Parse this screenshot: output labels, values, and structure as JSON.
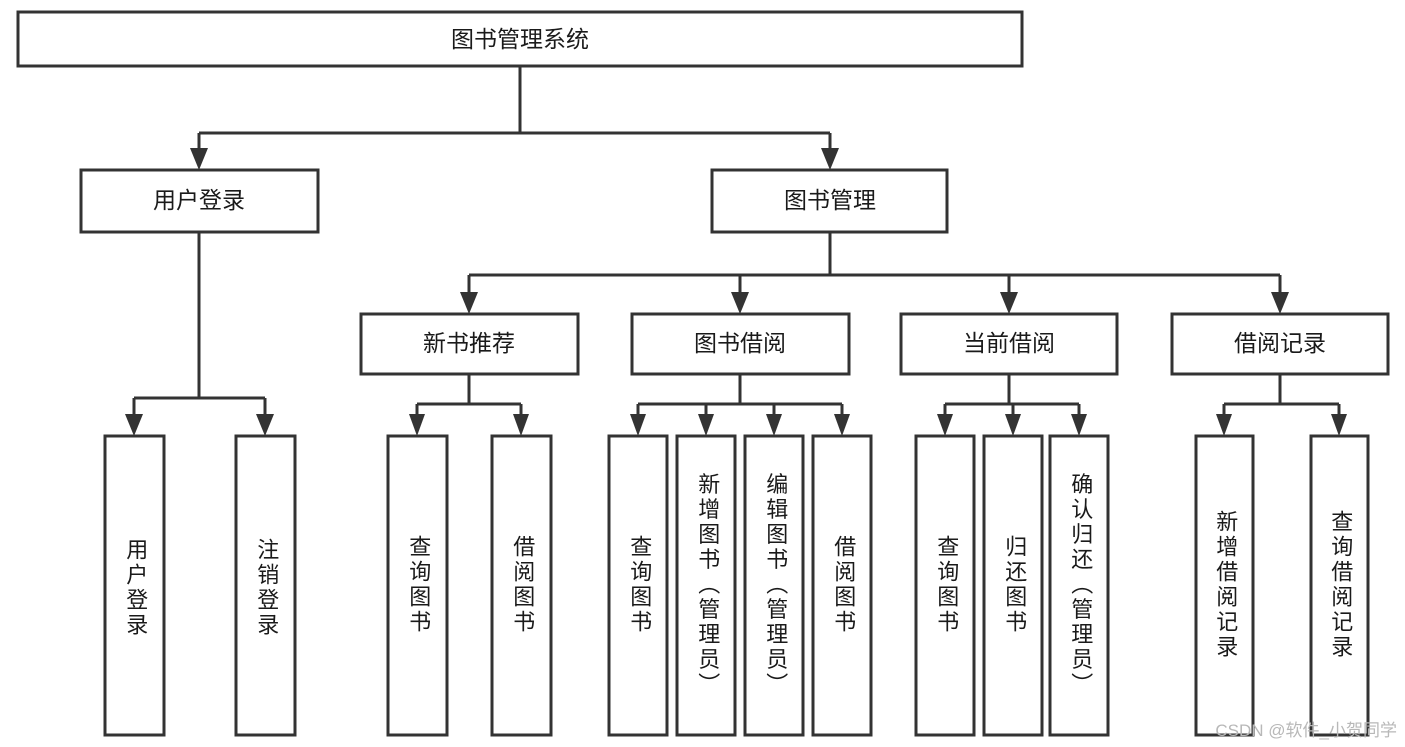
{
  "diagram": {
    "type": "tree-hierarchy-diagram",
    "title": "图书管理系统",
    "watermark": "CSDN @软件_小贺同学",
    "colors": {
      "stroke": "#333333",
      "fill": "#ffffff",
      "text": "#1a1a1a",
      "watermark": "#b8b8b8",
      "background": "#ffffff"
    },
    "levels": {
      "root": "图书管理系统",
      "level2": [
        "用户登录",
        "图书管理"
      ],
      "level3": [
        "新书推荐",
        "图书借阅",
        "当前借阅",
        "借阅记录"
      ],
      "leaves": [
        "用户登录",
        "注销登录",
        "查询图书",
        "借阅图书",
        "查询图书",
        "新增图书（管理员）",
        "编辑图书（管理员）",
        "借阅图书",
        "查询图书",
        "归还图书",
        "确认归还（管理员）",
        "新增借阅记录",
        "查询借阅记录"
      ]
    },
    "nodes": {
      "root": {
        "label": "图书管理系统"
      },
      "user_login": {
        "label": "用户登录"
      },
      "book_mgmt": {
        "label": "图书管理"
      },
      "new_book_rec": {
        "label": "新书推荐"
      },
      "book_borrow": {
        "label": "图书借阅"
      },
      "current_borrow": {
        "label": "当前借阅"
      },
      "borrow_record": {
        "label": "借阅记录"
      },
      "leaf_user_login": {
        "label": "用户登录"
      },
      "leaf_user_logout": {
        "label": "注销登录"
      },
      "leaf_rec_query": {
        "label": "查询图书"
      },
      "leaf_rec_borrow": {
        "label": "借阅图书"
      },
      "leaf_borrow_query": {
        "label": "查询图书"
      },
      "leaf_borrow_add": {
        "label": "新增图书（管理员）"
      },
      "leaf_borrow_edit": {
        "label": "编辑图书（管理员）"
      },
      "leaf_borrow_do": {
        "label": "借阅图书"
      },
      "leaf_cur_query": {
        "label": "查询图书"
      },
      "leaf_cur_return": {
        "label": "归还图书"
      },
      "leaf_cur_confirm": {
        "label": "确认归还（管理员）"
      },
      "leaf_rec_add": {
        "label": "新增借阅记录"
      },
      "leaf_rec_search": {
        "label": "查询借阅记录"
      }
    },
    "edges": [
      {
        "from": "root",
        "to": "用户登录"
      },
      {
        "from": "root",
        "to": "图书管理"
      },
      {
        "from": "用户登录",
        "to": "用户登录"
      },
      {
        "from": "用户登录",
        "to": "注销登录"
      },
      {
        "from": "图书管理",
        "to": "新书推荐"
      },
      {
        "from": "图书管理",
        "to": "图书借阅"
      },
      {
        "from": "图书管理",
        "to": "当前借阅"
      },
      {
        "from": "图书管理",
        "to": "借阅记录"
      },
      {
        "from": "新书推荐",
        "to": "查询图书"
      },
      {
        "from": "新书推荐",
        "to": "借阅图书"
      },
      {
        "from": "图书借阅",
        "to": "查询图书"
      },
      {
        "from": "图书借阅",
        "to": "新增图书（管理员）"
      },
      {
        "from": "图书借阅",
        "to": "编辑图书（管理员）"
      },
      {
        "from": "图书借阅",
        "to": "借阅图书"
      },
      {
        "from": "当前借阅",
        "to": "查询图书"
      },
      {
        "from": "当前借阅",
        "to": "归还图书"
      },
      {
        "from": "当前借阅",
        "to": "确认归还（管理员）"
      },
      {
        "from": "借阅记录",
        "to": "新增借阅记录"
      },
      {
        "from": "借阅记录",
        "to": "查询借阅记录"
      }
    ]
  }
}
